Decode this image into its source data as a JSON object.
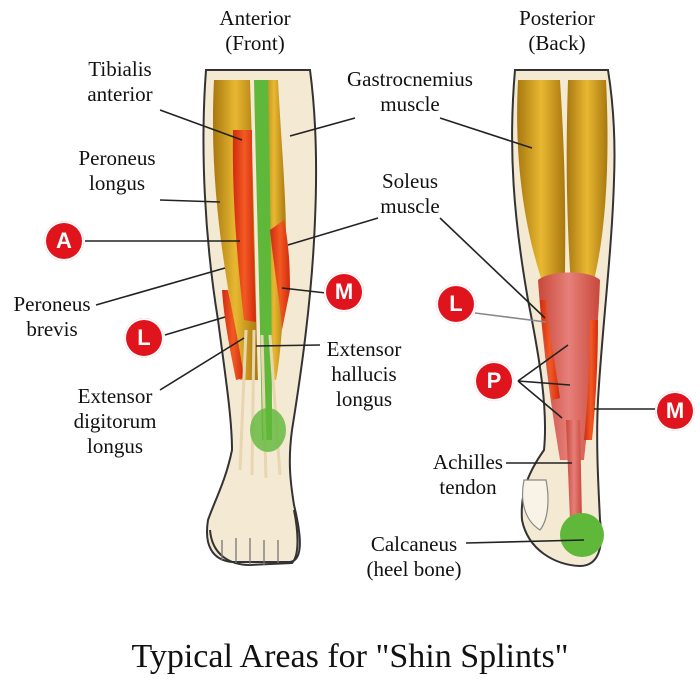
{
  "views": {
    "anterior": {
      "line1": "Anterior",
      "line2": "(Front)"
    },
    "posterior": {
      "line1": "Posterior",
      "line2": "(Back)"
    }
  },
  "labels": {
    "tibialis_anterior": {
      "line1": "Tibialis",
      "line2": "anterior"
    },
    "peroneus_longus": {
      "line1": "Peroneus",
      "line2": "longus"
    },
    "peroneus_brevis": {
      "line1": "Peroneus",
      "line2": "brevis"
    },
    "extensor_digitorum_longus": {
      "line1": "Extensor",
      "line2": "digitorum",
      "line3": "longus"
    },
    "gastrocnemius": {
      "line1": "Gastrocnemius",
      "line2": "muscle"
    },
    "soleus": {
      "line1": "Soleus",
      "line2": "muscle"
    },
    "extensor_hallucis_longus": {
      "line1": "Extensor",
      "line2": "hallucis",
      "line3": "longus"
    },
    "achilles_tendon": {
      "line1": "Achilles",
      "line2": "tendon"
    },
    "calcaneus": {
      "line1": "Calcaneus",
      "line2": "(heel bone)"
    }
  },
  "markers": {
    "a": "A",
    "l_front": "L",
    "m_front": "M",
    "l_back": "L",
    "p_back": "P",
    "m_back": "M"
  },
  "colors": {
    "marker": "#e0141c",
    "muscle_yellow": "#d9a21f",
    "muscle_red": "#e63a1e",
    "muscle_green": "#5fb83a",
    "tendon": "#e8d6b0"
  },
  "title": "Typical Areas for \"Shin Splints\""
}
